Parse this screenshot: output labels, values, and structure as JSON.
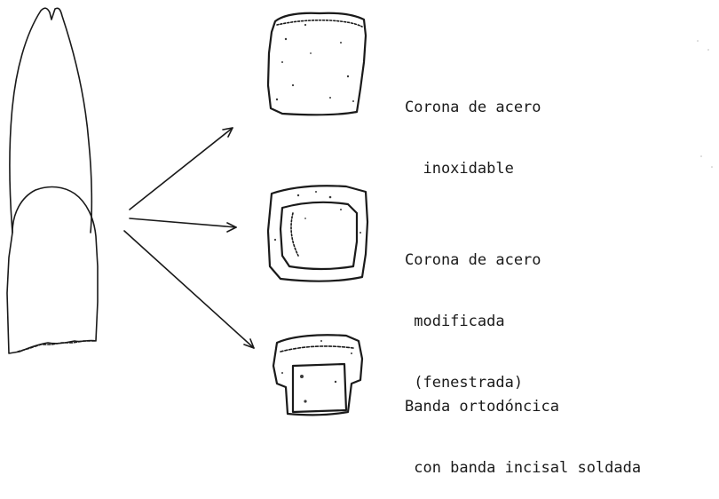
{
  "labels": {
    "steel_crown": {
      "line1": "Corona de acero",
      "line2": "  inoxidable"
    },
    "modified_crown": {
      "line1": "Corona de acero",
      "line2": " modificada",
      "line3": " (fenestrada)"
    },
    "ortho_band": {
      "line1": "Banda ortodóncica",
      "line2": " con banda incisal soldada"
    }
  },
  "colors": {
    "ink": "#1a1a1a",
    "background": "#ffffff"
  }
}
